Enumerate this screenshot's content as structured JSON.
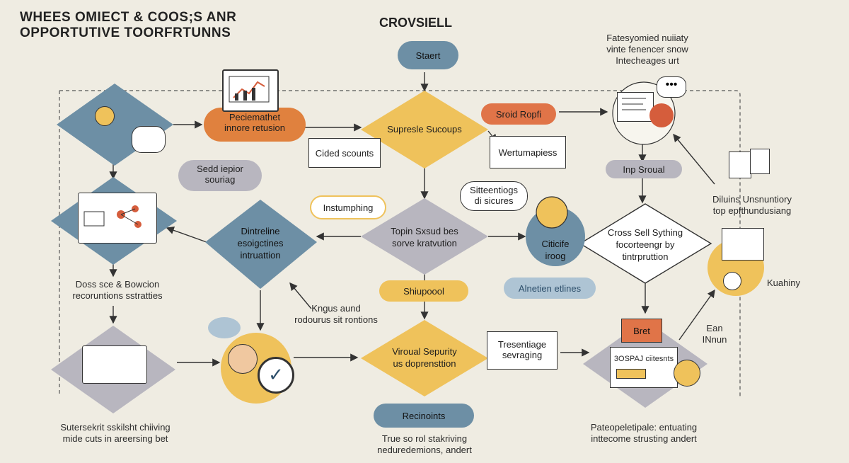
{
  "header": {
    "title_line1": "WHEES OMIECT & COOS;S ANR",
    "title_line2": "OPPORTUTIVE TOORFRTUNNS",
    "center_title": "CROVSIELL"
  },
  "nodes": {
    "start": "Staert",
    "pecimathet": [
      "Peciemathet",
      "innore retusion"
    ],
    "supresle": "Supresle Sucoups",
    "cided_scounts": "Cided scounts",
    "wert": "Wertumapiess",
    "sroid_ropfi": "Sroid Ropfi",
    "inp_sroual": "Inp Sroual",
    "top_note": [
      "Fatesyomied nuiiaty",
      "vinte fenencer snow",
      "Intecheages urt"
    ],
    "sedd_iepior": [
      "Sedd iepior",
      "souriag"
    ],
    "instumphing": "Instumphing",
    "sittentiogs": [
      "Sitteentiogs",
      "di sicures"
    ],
    "dintreline": [
      "Dintreline",
      "esoigctines",
      "intruattion"
    ],
    "topin": [
      "Topin Sxsud bes",
      "sorve kratvution"
    ],
    "citicife": [
      "Citicife",
      "iroog"
    ],
    "cross_sell": [
      "Cross Sell Sything",
      "focorteengr by",
      "tintrpruttion"
    ],
    "diluins": [
      "Diluins Unsnuntiory",
      "top epfthundusiang"
    ],
    "doss": [
      "Doss sce & Bowcion",
      "recoruntions sstratties"
    ],
    "kngus": [
      "Kngus aund",
      "rodourus sit rontions"
    ],
    "shiupoool": "Shiupoool",
    "alnetien": "Alnetien etlines",
    "kuahiny": "Kuahiny",
    "viroual": [
      "Viroual Sepurity",
      "us doprensttion"
    ],
    "tresentiage": [
      "Tresentiage",
      "sevraging"
    ],
    "bret": "Bret",
    "ean": [
      "Ean",
      "INnun"
    ],
    "bospaj": "3OSPAJ ciitesnts",
    "sutersekrit": [
      "Sutersekrit sskilsht chiiving",
      "mide cuts in areersing bet"
    ],
    "recinoints": "Recinoints",
    "true_so": [
      "True so rol stakriving",
      "neduredemions, andert"
    ],
    "pateopeletipale": [
      "Pateopeletipale: entuating",
      "inttecome strusting  andert"
    ]
  },
  "colors": {
    "background": "#efece2",
    "orange": "#e0813e",
    "yellow": "#efc25b",
    "blue": "#6d8fa5",
    "lightblue": "#aec4d4",
    "navy": "#2c4e6a",
    "gray": "#b8b6bf",
    "coral": "#e07448",
    "red": "#d55d3c"
  }
}
